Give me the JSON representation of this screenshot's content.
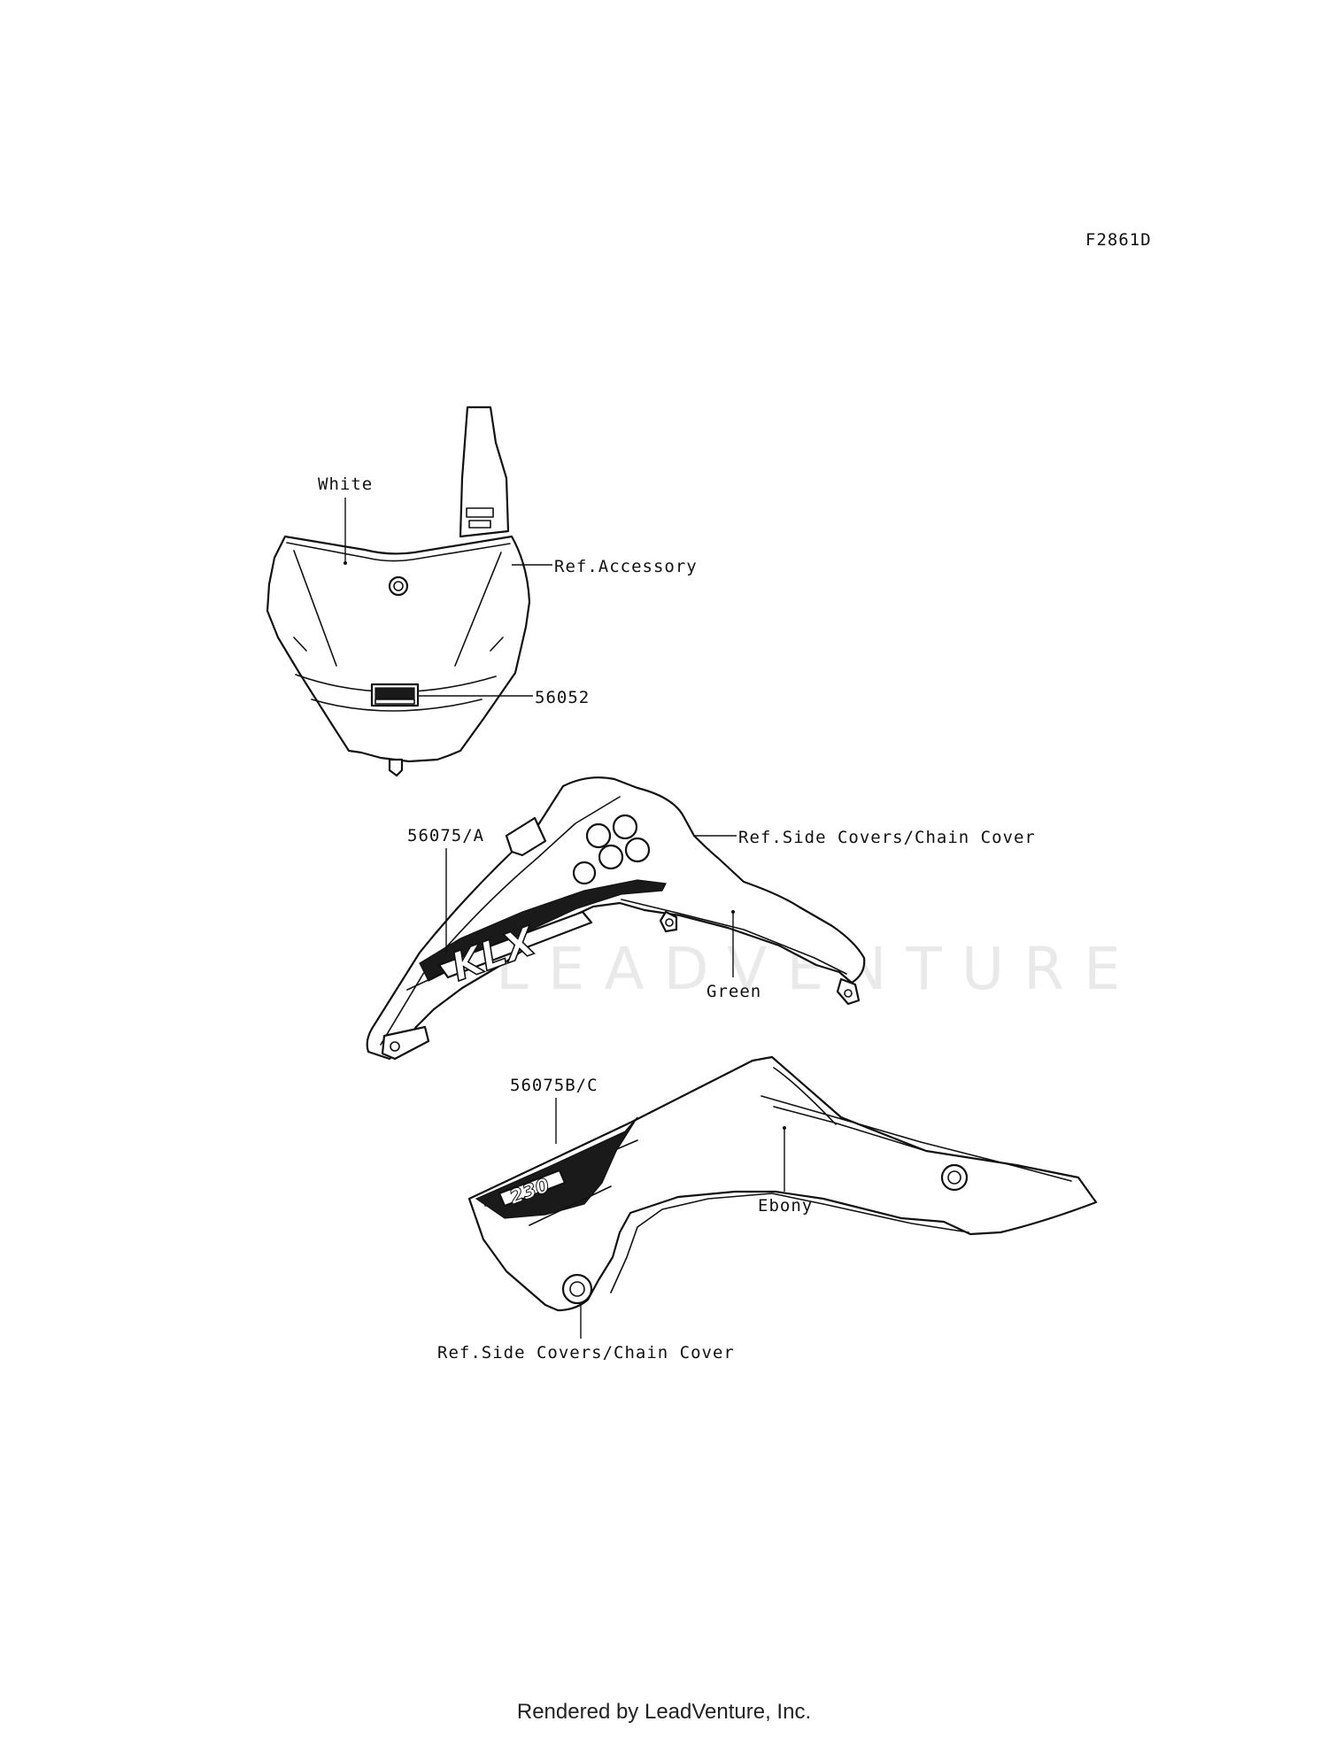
{
  "figure_id": "F2861D",
  "watermark": "LEADVENTURE",
  "labels": {
    "white": "White",
    "ref_accessory": "Ref.Accessory",
    "part_56052": "56052",
    "part_56075a": "56075/A",
    "ref_side_covers_1": "Ref.Side Covers/Chain Cover",
    "green": "Green",
    "part_56075bc": "56075B/C",
    "ebony": "Ebony",
    "ref_side_covers_2": "Ref.Side Covers/Chain Cover"
  },
  "decals": {
    "shroud_logo": "KLX",
    "cover_logo": "230"
  },
  "footer": "Rendered by LeadVenture, Inc."
}
